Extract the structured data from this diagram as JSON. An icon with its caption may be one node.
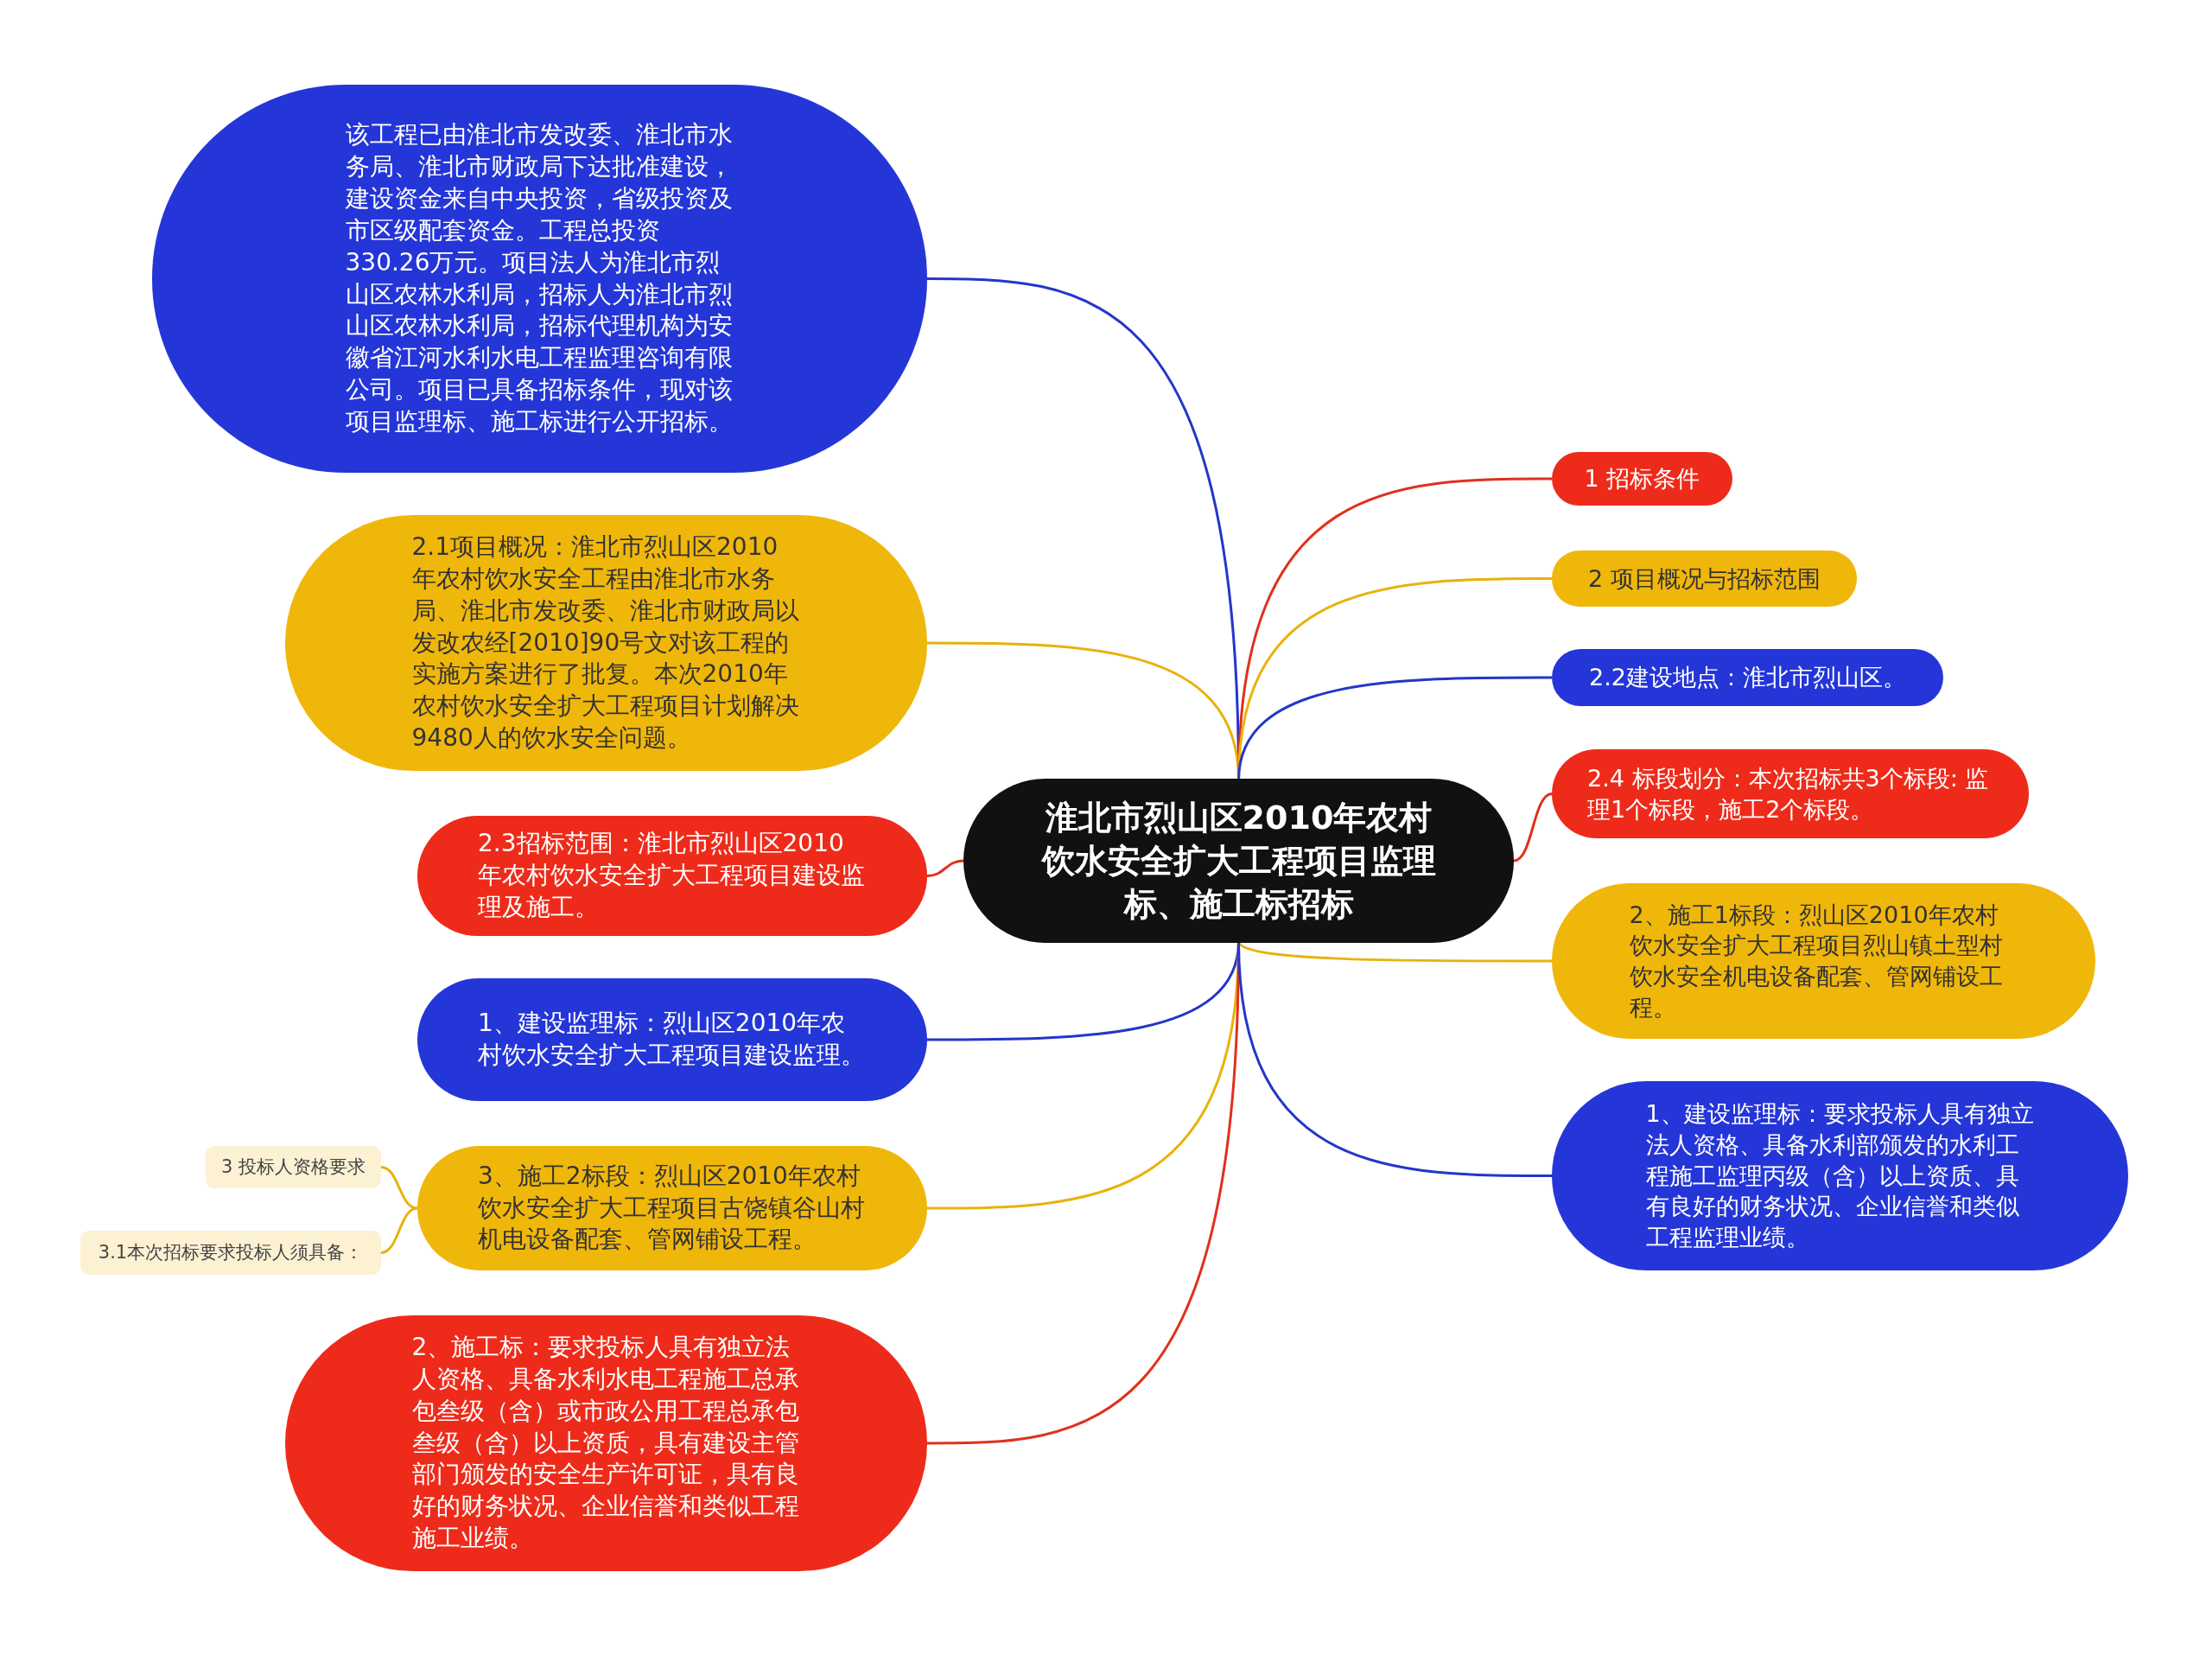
{
  "diagram": {
    "nodes": [
      {
        "text": [
          "淮北市烈山区2010年农村饮水安全扩大工程项目监理标、施工标招标"
        ]
      },
      {
        "text": [
          "该工程已由淮北市发改委、淮北市水务局、淮北市财政局下达批准建设，建设资金来自中央投资，省级投资及市区级配套资金。工程总投资330.26万元。项目法人为淮北市烈山区农林水利局，招标人为淮北市烈山区农林水利局，招标代理机构为安徽省江河水利水电工程监理咨询有限公司。项目已具备招标条件，现对该项目监理标、施工标进行公开招标。"
        ]
      },
      {
        "text": [
          "2.1项目概况：淮北市烈山区2010年农村饮水安全工程由淮北市水务局、淮北市发改委、淮北市财政局以发改农经[2010]90号文对该工程的实施方案进行了批复。本次2010年农村饮水安全扩大工程项目计划解决9480人的饮水安全问题。"
        ]
      },
      {
        "text": [
          "2.3招标范围：淮北市烈山区2010年农村饮水安全扩大工程项目建设监理及施工。"
        ]
      },
      {
        "text": [
          "1、建设监理标：烈山区2010年农村饮水安全扩大工程项目建设监理。"
        ]
      },
      {
        "text": [
          "3、施工2标段：烈山区2010年农村饮水安全扩大工程项目古饶镇谷山村机电设备配套、管网铺设工程。"
        ]
      },
      {
        "text": [
          "2、施工标：要求投标人具有独立法人资格、具备水利水电工程施工总承包叁级（含）或市政公用工程总承包叁级（含）以上资质，具有建设主管部门颁发的安全生产许可证，具有良好的财务状况、企业信誉和类似工程施工业绩。"
        ]
      },
      {
        "text": [
          "3 投标人资格要求"
        ]
      },
      {
        "text": [
          "3.1本次招标要求投标人须具备："
        ]
      },
      {
        "text": [
          "1 招标条件"
        ]
      },
      {
        "text": [
          "2 项目概况与招标范围"
        ]
      },
      {
        "text": [
          "2.2建设地点：淮北市烈山区。"
        ]
      },
      {
        "text": [
          "2.4 标段划分：本次招标共3个标段: 监理1个标段，施工2个标段。"
        ]
      },
      {
        "text": [
          "2、施工1标段：烈山区2010年农村饮水安全扩大工程项目烈山镇土型村饮水安全机电设备配套、管网铺设工程。"
        ]
      },
      {
        "text": [
          "1、建设监理标：要求投标人具有独立法人资格、具备水利部颁发的水利工程施工监理丙级（含）以上资质、具有良好的财务状况、企业信誉和类似工程监理业绩。"
        ]
      }
    ],
    "edges": [
      {
        "from": 0,
        "to": 1,
        "arrow": "none",
        "color": "#2436c9"
      },
      {
        "from": 0,
        "to": 2,
        "arrow": "none",
        "color": "#e8b20c"
      },
      {
        "from": 0,
        "to": 3,
        "arrow": "none",
        "color": "#e0301c"
      },
      {
        "from": 0,
        "to": 4,
        "arrow": "none",
        "color": "#2436c9"
      },
      {
        "from": 0,
        "to": 5,
        "arrow": "none",
        "color": "#e8b20c"
      },
      {
        "from": 0,
        "to": 6,
        "arrow": "none",
        "color": "#e0301c"
      },
      {
        "from": 5,
        "to": 7,
        "arrow": "none",
        "color": "#e8b20c"
      },
      {
        "from": 5,
        "to": 8,
        "arrow": "none",
        "color": "#e8b20c"
      },
      {
        "from": 0,
        "to": 9,
        "arrow": "none",
        "color": "#e0301c"
      },
      {
        "from": 0,
        "to": 10,
        "arrow": "none",
        "color": "#e8b20c"
      },
      {
        "from": 0,
        "to": 11,
        "arrow": "none",
        "color": "#2436c9"
      },
      {
        "from": 0,
        "to": 12,
        "arrow": "none",
        "color": "#e0301c"
      },
      {
        "from": 0,
        "to": 13,
        "arrow": "none",
        "color": "#e8b20c"
      },
      {
        "from": 0,
        "to": 14,
        "arrow": "none",
        "color": "#2436c9"
      }
    ]
  }
}
